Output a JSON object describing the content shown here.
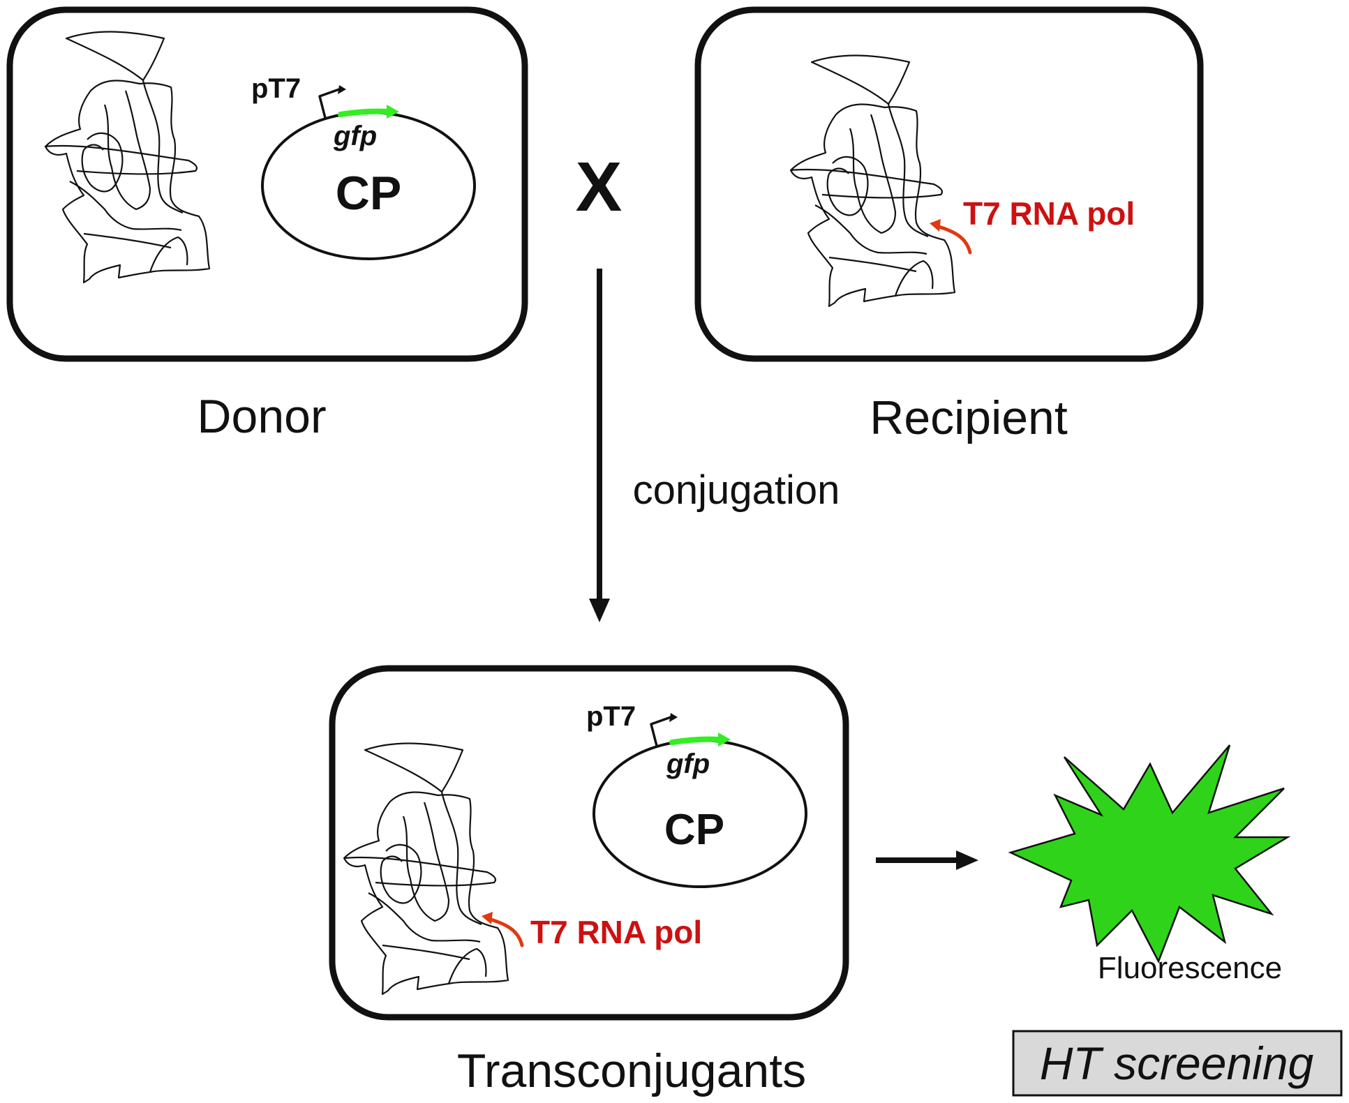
{
  "donor": {
    "caption": "Donor",
    "plasmid_label": "CP",
    "promoter_label": "pT7",
    "gene_label": "gfp"
  },
  "cross_symbol": "X",
  "recipient": {
    "caption": "Recipient",
    "chromosome_gene_label": "T7 RNA pol"
  },
  "process_label": "conjugation",
  "transconjugants": {
    "caption": "Transconjugants",
    "plasmid_label": "CP",
    "promoter_label": "pT7",
    "gene_label": "gfp",
    "chromosome_gene_label": "T7 RNA pol"
  },
  "outcome_label": "Fluorescence",
  "screening_label": "HT screening",
  "colors": {
    "outline": "#111111",
    "gfp_arrow": "#33ee22",
    "t7_label": "#cc1111",
    "t7_arrow": "#e03a10",
    "starburst": "#2fd41a",
    "screening_box_fill": "#d9d9d9"
  }
}
